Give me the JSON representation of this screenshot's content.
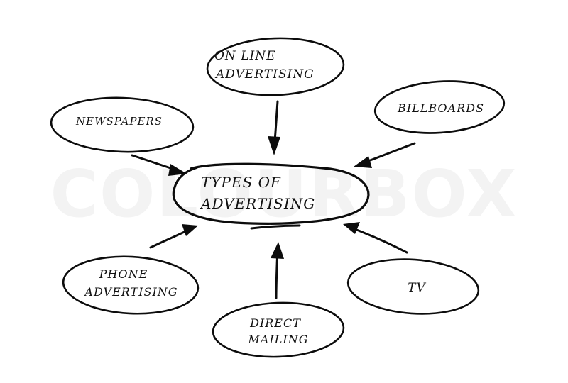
{
  "watermark": "COLOURBOX",
  "center": {
    "lines": [
      "TYPES OF",
      "ADVERTISING"
    ]
  },
  "nodes": [
    {
      "id": "online",
      "lines": [
        "ON LINE",
        "ADVERTISING"
      ]
    },
    {
      "id": "billboards",
      "lines": [
        "BILLBOARDS"
      ]
    },
    {
      "id": "newspapers",
      "lines": [
        "NEWSPAPERS"
      ]
    },
    {
      "id": "phone",
      "lines": [
        "PHONE",
        "ADVERTISING"
      ]
    },
    {
      "id": "direct",
      "lines": [
        "DIRECT",
        "MAILING"
      ]
    },
    {
      "id": "tv",
      "lines": [
        "TV"
      ]
    }
  ],
  "colors": {
    "ink": "#0c0c0c",
    "watermark": "#f3f3f3",
    "background": "#ffffff"
  }
}
